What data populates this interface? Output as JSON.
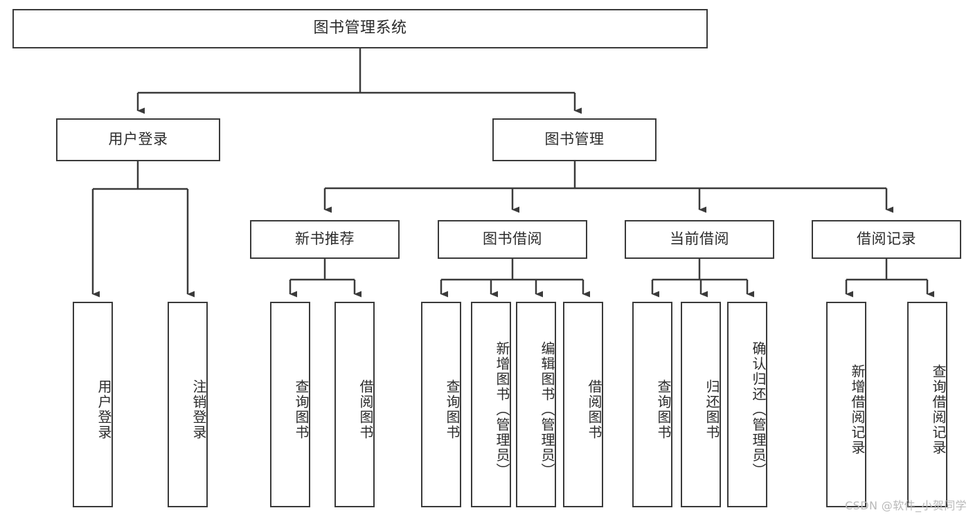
{
  "diagram": {
    "title": "图书管理系统",
    "type": "tree-hierarchy",
    "stroke_color": "#3a3a3a",
    "text_color": "#2b2b2b",
    "background_color": "#ffffff",
    "root": {
      "label": "图书管理系统"
    },
    "level2": [
      {
        "label": "用户登录"
      },
      {
        "label": "图书管理"
      }
    ],
    "level3": [
      {
        "label": "新书推荐"
      },
      {
        "label": "图书借阅"
      },
      {
        "label": "当前借阅"
      },
      {
        "label": "借阅记录"
      }
    ],
    "leaves": {
      "user_login": [
        {
          "label": "用户登录"
        },
        {
          "label": "注销登录"
        }
      ],
      "new_book_recommend": [
        {
          "label": "查询图书"
        },
        {
          "label": "借阅图书"
        }
      ],
      "book_borrow": [
        {
          "label": "查询图书"
        },
        {
          "label": "新增图书（管理员）"
        },
        {
          "label": "编辑图书（管理员）"
        },
        {
          "label": "借阅图书"
        }
      ],
      "current_borrow": [
        {
          "label": "查询图书"
        },
        {
          "label": "归还图书"
        },
        {
          "label": "确认归还（管理员）"
        }
      ],
      "borrow_record": [
        {
          "label": "新增借阅记录"
        },
        {
          "label": "查询借阅记录"
        }
      ]
    }
  },
  "watermark": {
    "text": "CSDN @软件_小贺同学"
  }
}
